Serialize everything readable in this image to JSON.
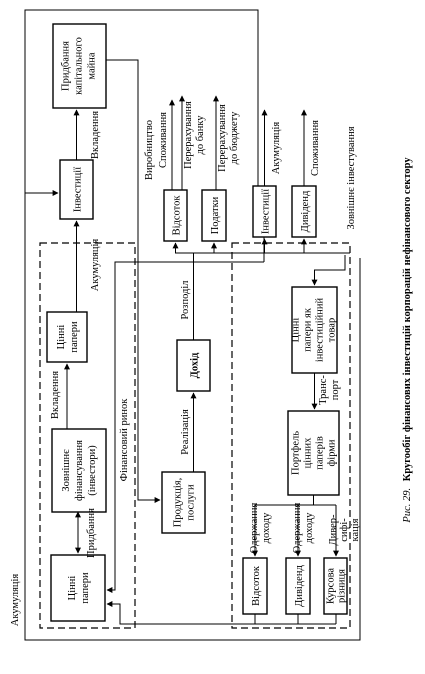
{
  "caption": {
    "prefix": "Рис. 29.",
    "text": "Кругообіг фінансових інвестицій корпорацій нефінансового сектору"
  },
  "nodes": {
    "pridbannia_kapitalnoho_maina": [
      "Придбання",
      "капітального",
      "майна"
    ],
    "investytsii_top": [
      "Інвестиції"
    ],
    "tsinni_papery_top": [
      "Цінні",
      "папери"
    ],
    "zovnishnie_finansuvannia": [
      "Зовнішнє",
      "фінансування",
      "(інвестори)"
    ],
    "tsinni_papery_left": [
      "Цінні",
      "папери"
    ],
    "vidsotok_top": [
      "Відсоток"
    ],
    "podatky": [
      "Податки"
    ],
    "investytsii_mid": [
      "Інвестиції"
    ],
    "dyvidend_top": [
      "Дивіденд"
    ],
    "dokhid": [
      "Дохід"
    ],
    "produktsiia_posluhy": [
      "Продукція,",
      "послуги"
    ],
    "tsinni_papery_yak_tovar": [
      "Цінні",
      "папери як",
      "інвестиційний",
      "товар"
    ],
    "portfel": [
      "Портфель",
      "цінних",
      "паперів",
      "фірми"
    ],
    "vidsotok_bottom": [
      "Відсоток"
    ],
    "dyvidend_bottom": [
      "Дивіденд"
    ],
    "kursova_riznytsia": [
      "Курсова",
      "різниця"
    ]
  },
  "edge_labels": {
    "vkladennia_top": "Вкладення",
    "akumuliatsiia_top": "Акумуляція",
    "vkladennia_mid": "Вкладення",
    "prydbannia": "Придбання",
    "finansovyi_rynok": "Фінансовий ринок",
    "vyrobnytstvo": "Виробництво",
    "realizatsiia": "Реалізація",
    "rozpodil": "Розподіл",
    "spozhyvannia_1": "Споживання",
    "perarakhuvannia_bank": [
      "Перерахування",
      "до банку"
    ],
    "perarakhuvannia_biudzhet": [
      "Перерахування",
      "до бюджету"
    ],
    "akumuliatsiia_mid": "Акумуляція",
    "spozhyvannia_2": "Споживання",
    "zovnishni_investuvannia": "Зовнішнє інвестування",
    "transport": [
      "Транс-",
      "порт"
    ],
    "oderzhannia_dokhodu_1": [
      "Одержання",
      "доходу"
    ],
    "oderzhannia_dokhodu_2": [
      "Одержання",
      "доходу"
    ],
    "dyversyfikatsiia": [
      "Дивер-",
      "сифі-",
      "кація"
    ],
    "akumuliatsiia_outer": "Акумуляція"
  }
}
